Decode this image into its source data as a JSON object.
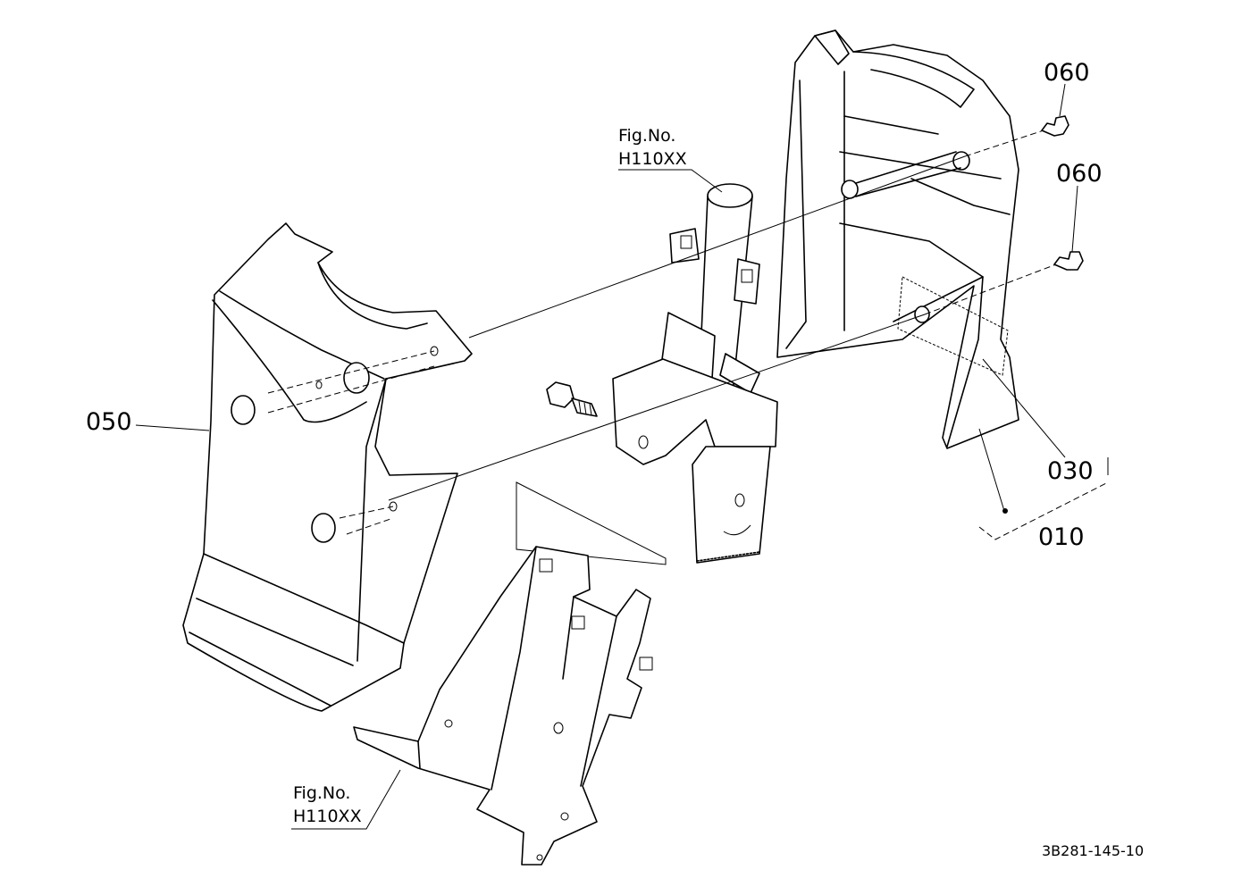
{
  "labels": {
    "part_060_top": "060",
    "part_060_bottom": "060",
    "part_050": "050",
    "part_030": "030",
    "part_010": "010",
    "fig_top_line1": "Fig.No.",
    "fig_top_line2": "H110XX",
    "fig_bottom_line1": "Fig.No.",
    "fig_bottom_line2": "H110XX",
    "drawing_code": "3B281-145-10"
  },
  "icons": {
    "bolt": "hex-bolt-icon",
    "screw": "flange-screw-icon"
  },
  "colors": {
    "line": "#000000",
    "background": "#ffffff"
  }
}
